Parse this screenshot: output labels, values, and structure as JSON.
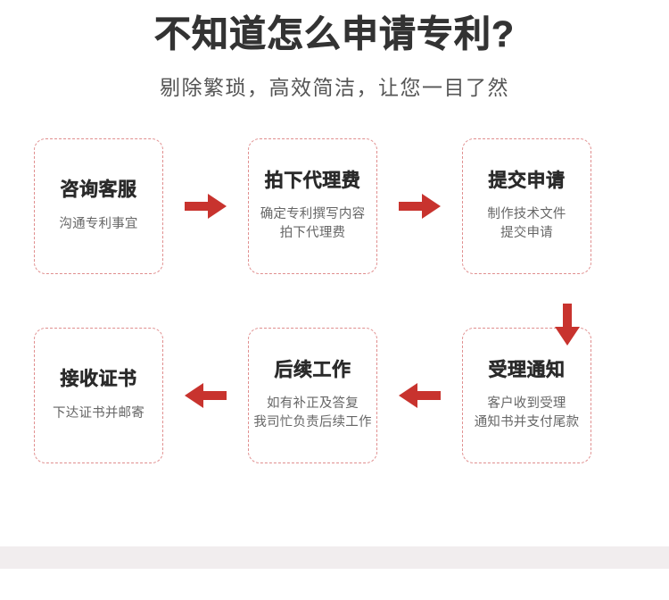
{
  "header": {
    "title": "不知道怎么申请专利?",
    "subtitle": "剔除繁琐，高效简洁，让您一目了然"
  },
  "theme": {
    "arrow_color": "#c8332e",
    "box_border_color": "#e08e8e",
    "title_color": "#333333",
    "subtitle_color": "#555555",
    "step_title_color": "#2b2b2b",
    "step_desc_color": "#666666",
    "band_color": "#f1edee",
    "page_background": "#ffffff"
  },
  "flow": {
    "row1": {
      "direction": "left-to-right",
      "steps": [
        {
          "title": "咨询客服",
          "desc_lines": [
            "沟通专利事宜"
          ]
        },
        {
          "title": "拍下代理费",
          "desc_lines": [
            "确定专利撰写内容",
            "拍下代理费"
          ]
        },
        {
          "title": "提交申请",
          "desc_lines": [
            "制作技术文件",
            "提交申请"
          ]
        }
      ],
      "arrows": [
        "arrow-right-icon",
        "arrow-right-icon"
      ]
    },
    "connector": {
      "icon": "arrow-down-icon"
    },
    "row2": {
      "direction": "right-to-left",
      "steps": [
        {
          "title": "接收证书",
          "desc_lines": [
            "下达证书并邮寄"
          ]
        },
        {
          "title": "后续工作",
          "desc_lines": [
            "如有补正及答复",
            "我司忙负责后续工作"
          ]
        },
        {
          "title": "受理通知",
          "desc_lines": [
            "客户收到受理",
            "通知书并支付尾款"
          ]
        }
      ],
      "arrows": [
        "arrow-left-icon",
        "arrow-left-icon"
      ]
    }
  }
}
